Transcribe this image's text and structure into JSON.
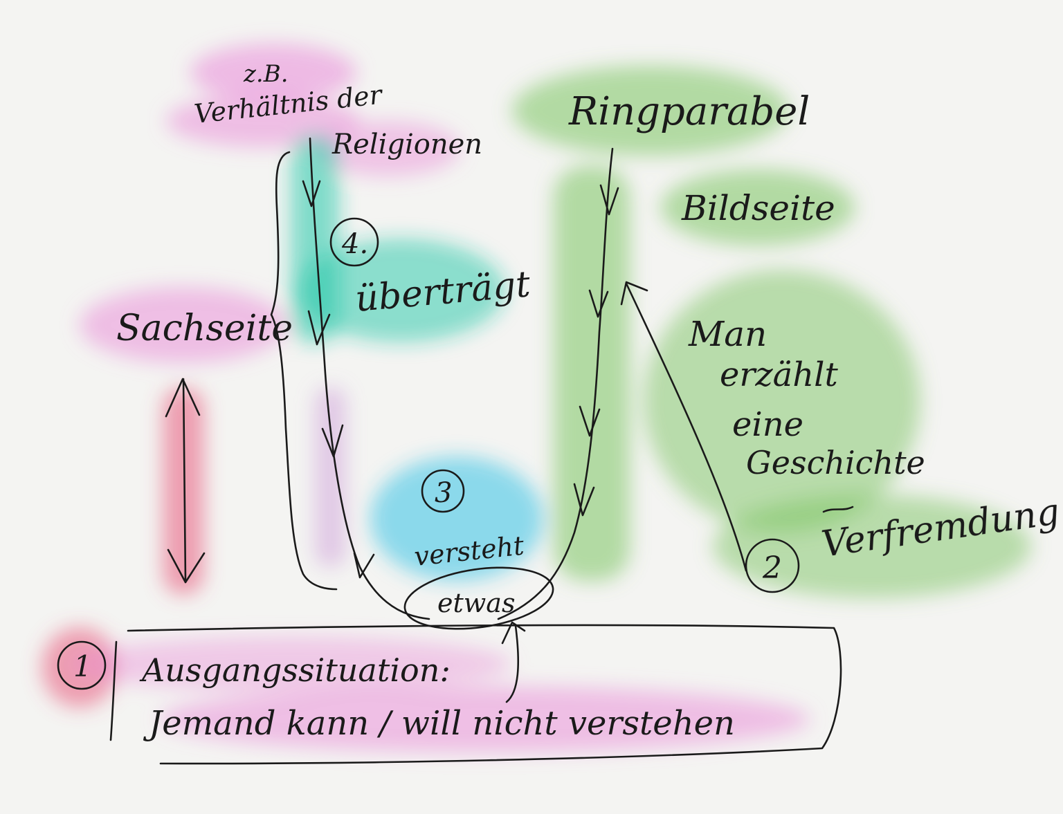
{
  "labels": {
    "zb": "z.B.",
    "verhaeltnis": "Verhältnis der",
    "religionen": "Religionen",
    "ringparabel": "Ringparabel",
    "bildseite": "Bildseite",
    "sachseite": "Sachseite",
    "uebertraegt": "überträgt",
    "man": "Man",
    "erzaehlt": "erzählt",
    "eine": "eine",
    "geschichte": "Geschichte",
    "verfremdung": "Verfremdung",
    "versteht": "versteht",
    "etwas": "etwas",
    "ausgangssituation": "Ausgangssituation:",
    "jemand": "Jemand kann / will nicht verstehen"
  },
  "steps": {
    "s1": "1",
    "s2": "2",
    "s3": "3",
    "s4": "4."
  },
  "colors": {
    "ink": "#1a1a1a",
    "pink": "#e98ad8",
    "red": "#e8577a",
    "teal": "#1fc7a7",
    "blue": "#34c3e6",
    "green": "#7cc462",
    "purple": "#c995d8"
  }
}
